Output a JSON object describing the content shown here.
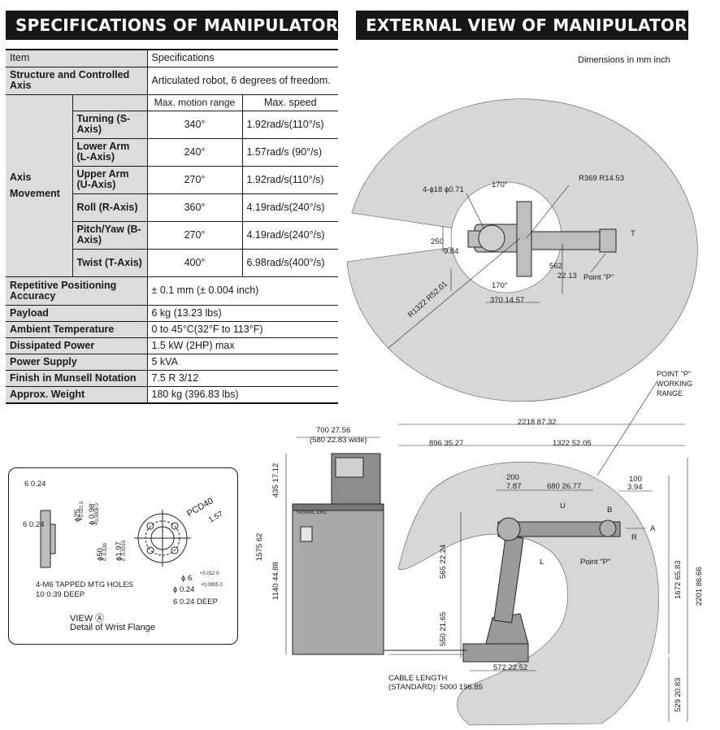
{
  "headers": {
    "specifications": "SPECIFICATIONS OF MANIPULATOR",
    "external_view": "EXTERNAL VIEW OF MANIPULATOR"
  },
  "table": {
    "col_item": "Item",
    "col_spec": "Specifications",
    "structure_label": "Structure and Controlled Axis",
    "structure_value": "Articulated robot, 6 degrees of freedom.",
    "sub_motion": "Max. motion range",
    "sub_speed": "Max. speed",
    "axis_group": "Axis Movement",
    "axes": [
      {
        "name": "Turning (S-Axis)",
        "range": "340°",
        "speed": "1.92rad/s(110°/s)"
      },
      {
        "name": "Lower Arm (L-Axis)",
        "range": "240°",
        "speed": "1.57rad/s (90°/s)"
      },
      {
        "name": "Upper Arm (U-Axis)",
        "range": "270°",
        "speed": "1.92rad/s(110°/s)"
      },
      {
        "name": "Roll (R-Axis)",
        "range": "360°",
        "speed": "4.19rad/s(240°/s)"
      },
      {
        "name": "Pitch/Yaw (B-Axis)",
        "range": "270°",
        "speed": "4.19rad/s(240°/s)"
      },
      {
        "name": "Twist (T-Axis)",
        "range": "400°",
        "speed": "6.98rad/s(400°/s)"
      }
    ],
    "rows": [
      {
        "label": "Repetitive Positioning Accuracy",
        "value": "± 0.1 mm (± 0.004 inch)"
      },
      {
        "label": "Payload",
        "value": "6 kg (13.23 lbs)"
      },
      {
        "label": "Ambient Temperature",
        "value": "0 to 45°C(32°F to 113°F)"
      },
      {
        "label": "Dissipated Power",
        "value": "1.5 kW (2HP) max"
      },
      {
        "label": "Power Supply",
        "value": "5 kVA"
      },
      {
        "label": "Finish in Munsell Notation",
        "value": "7.5 R 3/12"
      },
      {
        "label": "Approx. Weight",
        "value": "180 kg (396.83 lbs)"
      }
    ]
  },
  "top_view": {
    "units_note": "Dimensions in mm inch",
    "holes": "4-ϕ18 ϕ0.71",
    "angle_top": "170°",
    "angle_bottom": "170°",
    "r_small": "R369 R14.53",
    "r_large": "R1322 R52.01",
    "d250": "250",
    "d250in": "9.84",
    "d562": "562",
    "d562in": "22.13",
    "d370": "370 14.57",
    "point_p": "Point \"P\"",
    "t_label": "T"
  },
  "working_range_label": [
    "POINT \"P\"",
    "WORKING",
    "RANGE"
  ],
  "side_view": {
    "overall": "2218 87.32",
    "cab_width": "700 27.56",
    "cab_width2": "(580 22.83 wide)",
    "d896": "896 35.27",
    "d1322": "1322 52.05",
    "d200": "200",
    "d200in": "7.87",
    "d680": "680 26.77",
    "d100": "100",
    "d100in": "3.94",
    "h435": "435 17.12",
    "h1575": "1575 62",
    "h1140": "1140 44.88",
    "h565": "565 22.24",
    "h550": "550 21.65",
    "h1672": "1672 65.83",
    "h2201": "2201 86.66",
    "h529": "529 20.83",
    "d572": "572 22.52",
    "cable_label": "CABLE LENGTH",
    "cable_value": "(STANDARD): 5000 196.85",
    "point_p": "Point \"P\"",
    "axis_u": "U",
    "axis_b": "B",
    "axis_r": "R",
    "axis_a": "A",
    "axis_l": "L"
  },
  "flange": {
    "d6a": "6 0.24",
    "d6b": "6 0.24",
    "d25": "ϕ25",
    "d25tol": "+0.021 0",
    "d098": "ϕ 0.98",
    "d098tol": "+0.0008 0",
    "d50": "ϕ50",
    "d50tol": "0 -0.039",
    "d197": "ϕ1.97",
    "d197tol": "0 -0.0015",
    "pcd": "PCD40",
    "pcdin": "1.57",
    "phi6": "ϕ 6",
    "phi6tol": "+0.012 0",
    "phi024": "ϕ 0.24",
    "phi024tol": "+0.0005 0",
    "deep6": "6 0.24 DEEP",
    "holes1": "4-M6 TAPPED MTG HOLES",
    "holes2": "10 0.39 DEEP",
    "view": "VIEW Ⓐ",
    "detail": "Detail of Wrist Flange"
  },
  "controller_label": "YASNAC ERC"
}
